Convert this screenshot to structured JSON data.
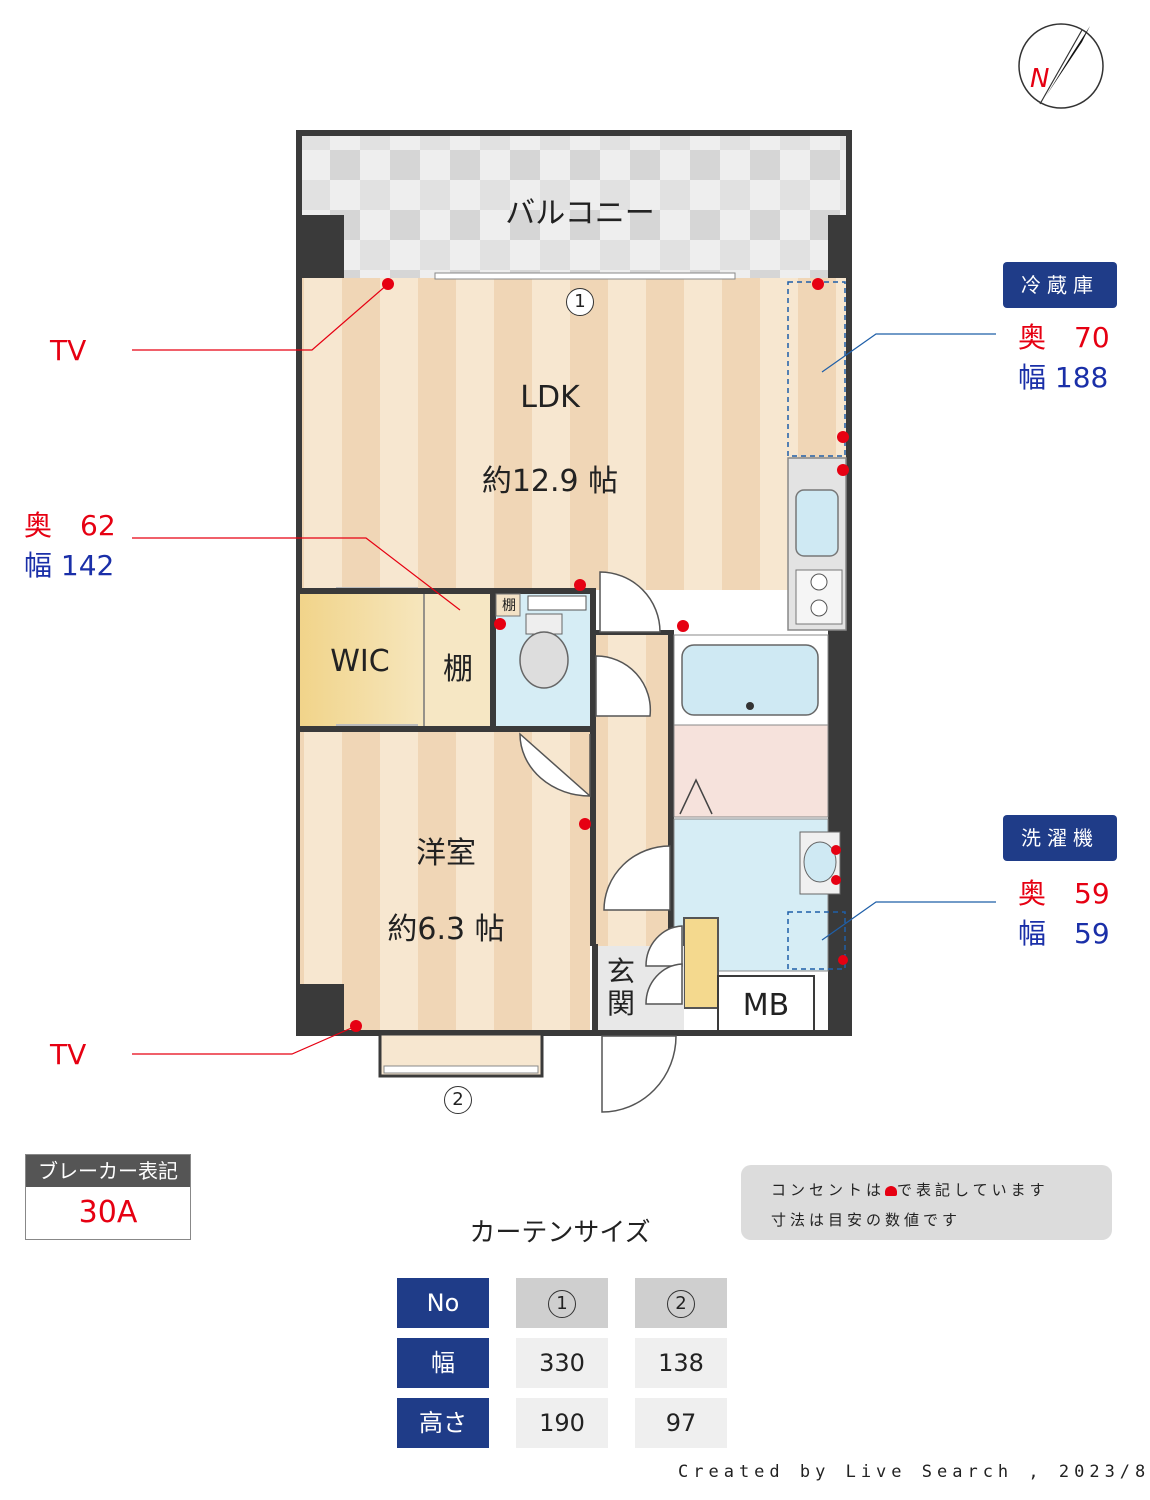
{
  "rooms": {
    "balcony": "バルコニー",
    "ldk": "LDK",
    "ldk_size": "約12.9 帖",
    "wic": "WIC",
    "shelf": "棚",
    "small_shelf": "棚",
    "western": "洋室",
    "western_size": "約6.3 帖",
    "entrance": "玄関",
    "mb": "MB"
  },
  "window_markers": [
    "1",
    "2"
  ],
  "left_labels": {
    "tv_top": "TV",
    "tv_bottom": "TV",
    "wic_depth": "奥　62",
    "wic_width": "幅 142"
  },
  "fridge": {
    "tag": "冷蔵庫",
    "depth": "奥　70",
    "width": "幅 188"
  },
  "washer": {
    "tag": "洗濯機",
    "depth": "奥　59",
    "width": "幅　59"
  },
  "breaker": {
    "title": "ブレーカー表記",
    "value": "30A"
  },
  "notes": {
    "line1_pre": "コンセントは",
    "line1_post": "で表記しています",
    "line2": "寸法は目安の数値です"
  },
  "curtain": {
    "title": "カーテンサイズ",
    "headers": [
      "No",
      "幅",
      "高さ"
    ],
    "columns": [
      {
        "no": "1",
        "width": "330",
        "height": "190"
      },
      {
        "no": "2",
        "width": "138",
        "height": "97"
      }
    ]
  },
  "compass": {
    "label": "N"
  },
  "credit": "Created by Live Search , 2023/8",
  "colors": {
    "red": "#e60012",
    "blue": "#1a2fa8",
    "navy": "#1f3c88",
    "wall": "#3a3a3a"
  }
}
